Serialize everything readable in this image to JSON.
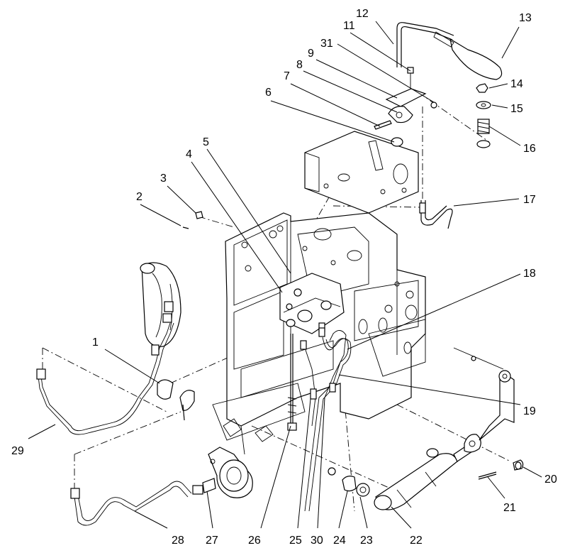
{
  "diagram": {
    "labels": {
      "p1": "1",
      "p2": "2",
      "p3": "3",
      "p4": "4",
      "p5": "5",
      "p6": "6",
      "p7": "7",
      "p8": "8",
      "p9": "9",
      "p11": "11",
      "p12": "12",
      "p13": "13",
      "p14": "14",
      "p15": "15",
      "p16": "16",
      "p17": "17",
      "p18": "18",
      "p19": "19",
      "p20": "20",
      "p21": "21",
      "p22": "22",
      "p23": "23",
      "p24": "24",
      "p25": "25",
      "p26": "26",
      "p27": "27",
      "p28": "28",
      "p29": "29",
      "p30": "30",
      "p31": "31"
    }
  }
}
